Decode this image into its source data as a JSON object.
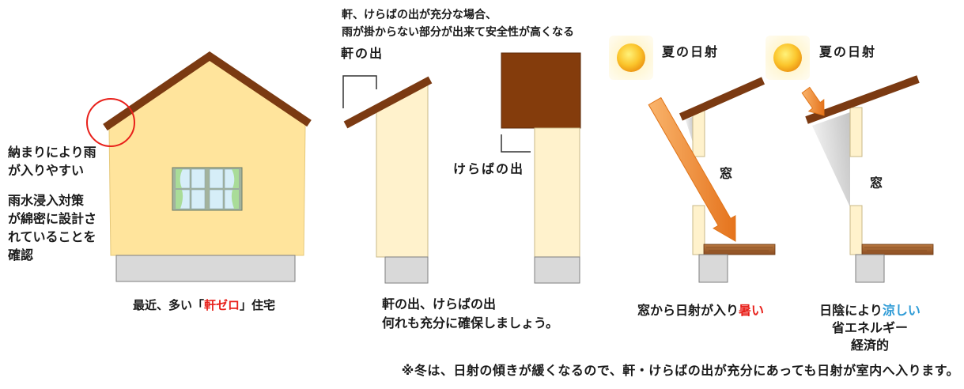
{
  "house": {
    "rain_note": [
      "納まりにより雨",
      "が入りやすい"
    ],
    "check_note": [
      "雨水浸入対策",
      "が綿密に設計さ",
      "れていることを",
      "確認"
    ],
    "caption": {
      "before": "最近、多い「",
      "highlight": "軒ゼロ",
      "after": "」住宅"
    }
  },
  "eaves": {
    "heading": [
      "軒、けらばの出が充分な場合、",
      "雨が掛からない部分が出来て安全性が高くなる"
    ],
    "noki_label": "軒の出",
    "keraba_label": "けらばの出",
    "caption": [
      "軒の出、けらばの出",
      "何れも充分に確保しましょう。"
    ]
  },
  "solar": {
    "hot": {
      "sun_label": "夏の日射",
      "window_label": "窓",
      "caption": {
        "before": "窓から日射が入り",
        "highlight": "暑い"
      }
    },
    "cool": {
      "sun_label": "夏の日射",
      "window_label": "窓",
      "caption": {
        "before": "日陰により",
        "highlight": "涼しい"
      },
      "caption_extra": [
        "省エネルギー",
        "経済的"
      ]
    }
  },
  "footnote": "※冬は、日射の傾きが緩くなるので、軒・けらばの出が充分にあっても日射が室内へ入ります。",
  "icons": [
    "sun-icon",
    "sunlight-arrow",
    "leak-risk-circle"
  ],
  "colors": {
    "roof": "#7b3a12",
    "roof_face": "#843c0c",
    "wall": "#ffe49c",
    "wall_pale": "#fff2cc",
    "foundation": "#d9d9d9",
    "alert": "#e8201a",
    "hot": "#e8201a",
    "cool": "#2e9bd6"
  }
}
